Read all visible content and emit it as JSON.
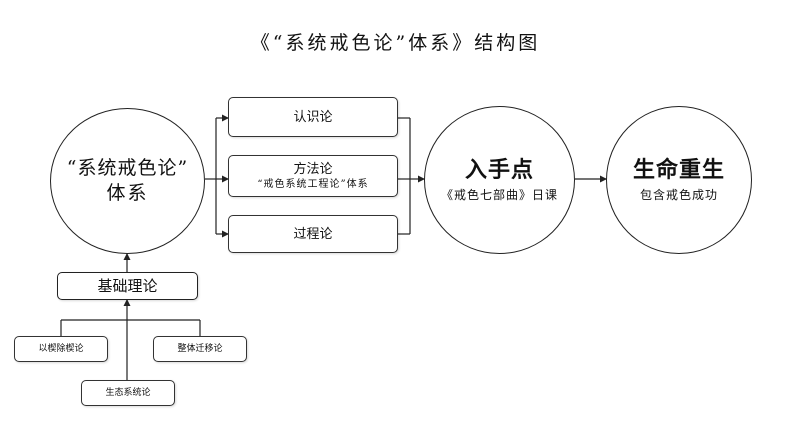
{
  "title": "《“系统戒色论”体系》结构图",
  "nodes": {
    "system": {
      "line1": "“系统戒色论”",
      "line2": "体系"
    },
    "cognition": {
      "label": "认识论"
    },
    "method": {
      "label": "方法论",
      "sub": "“戒色系统工程论”体系"
    },
    "process": {
      "label": "过程论"
    },
    "entry": {
      "label": "入手点",
      "sub": "《戒色七部曲》日课"
    },
    "life": {
      "label": "生命重生",
      "sub": "包含戒色成功"
    },
    "foundation": {
      "label": "基础理论"
    },
    "theory_left": {
      "label": "以楔除楔论"
    },
    "theory_right": {
      "label": "整体迁移论"
    },
    "theory_eco": {
      "label": "生态系统论"
    }
  }
}
